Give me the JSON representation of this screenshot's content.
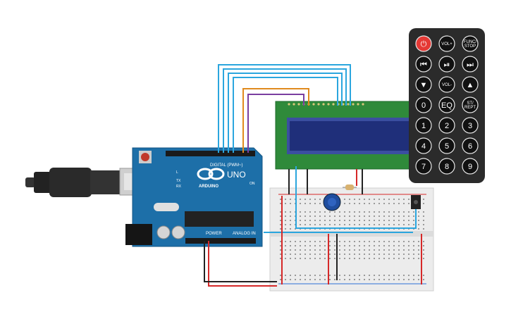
{
  "board": {
    "brand": "ARDUINO",
    "model": "UNO",
    "digital_header": "DIGITAL (PWM~)",
    "power_header": "POWER",
    "analog_header": "ANALOG IN",
    "on_label": "ON",
    "tx_label": "TX",
    "rx_label": "RX",
    "l_label": "L"
  },
  "remote": {
    "buttons": [
      {
        "id": "power",
        "label": "⏻",
        "accent": true
      },
      {
        "id": "vol-up",
        "label": "VOL+"
      },
      {
        "id": "func-stop",
        "label": "FUNC/\nSTOP"
      },
      {
        "id": "prev",
        "label": "⏮"
      },
      {
        "id": "play-pause",
        "label": "⏯"
      },
      {
        "id": "next",
        "label": "⏭"
      },
      {
        "id": "down",
        "label": "▼"
      },
      {
        "id": "vol-down",
        "label": "VOL-"
      },
      {
        "id": "up",
        "label": "▲"
      },
      {
        "id": "zero",
        "label": "0"
      },
      {
        "id": "eq",
        "label": "EQ"
      },
      {
        "id": "st-rept",
        "label": "ST/\nREPT"
      },
      {
        "id": "one",
        "label": "1"
      },
      {
        "id": "two",
        "label": "2"
      },
      {
        "id": "three",
        "label": "3"
      },
      {
        "id": "four",
        "label": "4"
      },
      {
        "id": "five",
        "label": "5"
      },
      {
        "id": "six",
        "label": "6"
      },
      {
        "id": "seven",
        "label": "7"
      },
      {
        "id": "eight",
        "label": "8"
      },
      {
        "id": "nine",
        "label": "9"
      }
    ]
  },
  "colors": {
    "board": "#1d6fa8",
    "lcd_pcb": "#2f8a3a",
    "lcd_screen": "#1f2f7a",
    "remote_body": "#2b2b2b",
    "remote_power": "#e53935",
    "wire_blue": "#2ba6de",
    "wire_orange": "#e08a1e",
    "wire_purple": "#7a3ea0",
    "wire_red": "#d62828",
    "wire_black": "#222222",
    "breadboard": "#ececec"
  }
}
